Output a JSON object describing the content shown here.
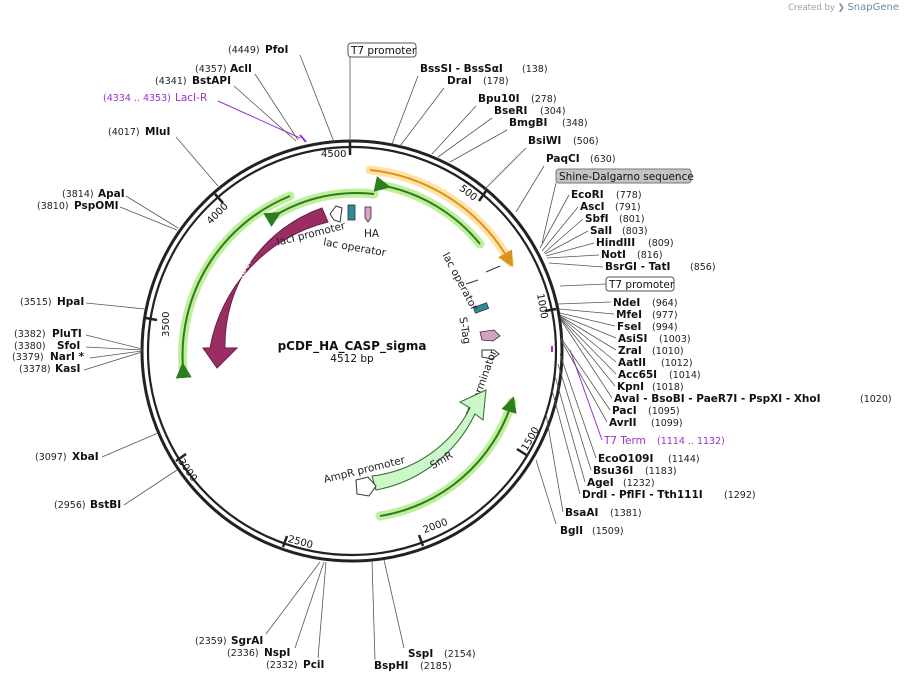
{
  "credit": {
    "prefix": "Created by",
    "brand": "SnapGene"
  },
  "plasmid": {
    "name": "pCDF_HA_CASP_sigma",
    "length_label": "4512 bp"
  },
  "ticks": [
    "500",
    "1000",
    "1500",
    "2000",
    "2500",
    "3000",
    "3500",
    "4000",
    "4500"
  ],
  "features": {
    "laci": "lacI",
    "laci_promoter": "lacI promoter",
    "lac_operator_1": "lac operator",
    "ha": "HA",
    "lac_operator_2": "lac operator",
    "s_tag": "S-Tag",
    "t7_terminator": "T7 terminator",
    "smr": "SmR",
    "ampr_promoter": "AmpR promoter"
  },
  "boxed_labels": {
    "t7_promoter_top": "T7 promoter",
    "shine_dalgarno": "Shine-Dalgarno sequence",
    "t7_promoter_right": "T7 promoter"
  },
  "primers": {
    "laci_r": {
      "pos": "(4334 .. 4353)",
      "name": "LacI-R"
    },
    "t7_term": {
      "name": "T7 Term",
      "pos": "(1114 .. 1132)"
    }
  },
  "sites_left": [
    {
      "pos": "(4449)",
      "name": "PfoI"
    },
    {
      "pos": "(4357)",
      "name": "AclI"
    },
    {
      "pos": "(4341)",
      "name": "BstAPI"
    },
    {
      "pos": "(4017)",
      "name": "MluI"
    },
    {
      "pos": "(3814)",
      "name": "ApaI"
    },
    {
      "pos": "(3810)",
      "name": "PspOMI"
    },
    {
      "pos": "(3515)",
      "name": "HpaI"
    },
    {
      "pos": "(3382)",
      "name": "PluTI"
    },
    {
      "pos": "(3380)",
      "name": "SfoI"
    },
    {
      "pos": "(3379)",
      "name": "NarI *"
    },
    {
      "pos": "(3378)",
      "name": "KasI"
    },
    {
      "pos": "(3097)",
      "name": "XbaI"
    },
    {
      "pos": "(2956)",
      "name": "BstBI"
    },
    {
      "pos": "(2359)",
      "name": "SgrAI"
    },
    {
      "pos": "(2336)",
      "name": "NspI"
    },
    {
      "pos": "(2332)",
      "name": "PciI"
    }
  ],
  "sites_right": [
    {
      "name": "BssSI  - BssSαI",
      "pos": "(138)"
    },
    {
      "name": "DraI",
      "pos": "(178)"
    },
    {
      "name": "Bpu10I",
      "pos": "(278)"
    },
    {
      "name": "BseRI",
      "pos": "(304)"
    },
    {
      "name": "BmgBI",
      "pos": "(348)"
    },
    {
      "name": "BsiWI",
      "pos": "(506)"
    },
    {
      "name": "PaqCI",
      "pos": "(630)"
    },
    {
      "name": "EcoRI",
      "pos": "(778)"
    },
    {
      "name": "AscI",
      "pos": "(791)"
    },
    {
      "name": "SbfI",
      "pos": "(801)"
    },
    {
      "name": "SalI",
      "pos": "(803)"
    },
    {
      "name": "HindIII",
      "pos": "(809)"
    },
    {
      "name": "NotI",
      "pos": "(816)"
    },
    {
      "name": "BsrGI  - TatI",
      "pos": "(856)"
    },
    {
      "name": "NdeI",
      "pos": "(964)"
    },
    {
      "name": "MfeI",
      "pos": "(977)"
    },
    {
      "name": "FseI",
      "pos": "(994)"
    },
    {
      "name": "AsiSI",
      "pos": "(1003)"
    },
    {
      "name": "ZraI",
      "pos": "(1010)"
    },
    {
      "name": "AatII",
      "pos": "(1012)"
    },
    {
      "name": "Acc65I",
      "pos": "(1014)"
    },
    {
      "name": "KpnI",
      "pos": "(1018)"
    },
    {
      "name": "AvaI  - BsoBI  - PaeR7I  - PspXI  - XhoI",
      "pos": "(1020)"
    },
    {
      "name": "PacI",
      "pos": "(1095)"
    },
    {
      "name": "AvrII",
      "pos": "(1099)"
    },
    {
      "name": "EcoO109I",
      "pos": "(1144)"
    },
    {
      "name": "Bsu36I",
      "pos": "(1183)"
    },
    {
      "name": "AgeI",
      "pos": "(1232)"
    },
    {
      "name": "DrdI  - PflFI  - Tth111I",
      "pos": "(1292)"
    },
    {
      "name": "BsaAI",
      "pos": "(1381)"
    },
    {
      "name": "BglI",
      "pos": "(1509)"
    },
    {
      "name": "SspI",
      "pos": "(2154)"
    },
    {
      "name": "BspHI",
      "pos": "(2185)"
    }
  ],
  "colors": {
    "backbone": "#222222",
    "laci": "#9b2d65",
    "smr": "#ccf7c8",
    "orf_arrow": "#2e7d1c",
    "orf_glow": "#bfee9c",
    "orange_arrow": "#d9941b",
    "orange_glow": "#ffe3a8",
    "primer": "#9b30d0"
  }
}
